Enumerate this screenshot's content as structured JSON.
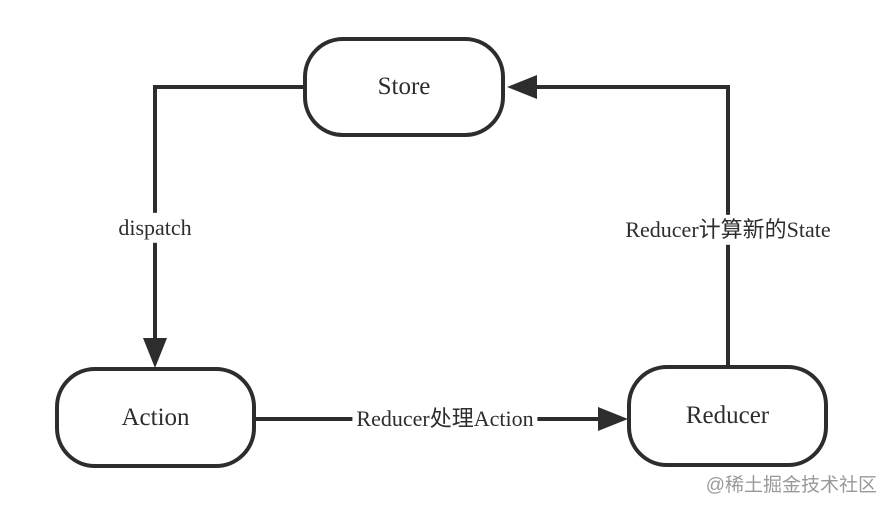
{
  "diagram": {
    "title": "redux-flow-diagram",
    "nodes": {
      "store": {
        "label": "Store"
      },
      "action": {
        "label": "Action"
      },
      "reducer": {
        "label": "Reducer"
      }
    },
    "edges": {
      "dispatch": {
        "label": "dispatch",
        "from": "Store",
        "to": "Action"
      },
      "reducer_handles": {
        "label": "Reducer处理Action",
        "from": "Action",
        "to": "Reducer"
      },
      "reducer_computes": {
        "label": "Reducer计算新的State",
        "from": "Reducer",
        "to": "Store"
      }
    },
    "colors": {
      "stroke": "#2d2d2d",
      "text": "#2d2d2d",
      "watermark": "#9a9a9a",
      "background": "#ffffff"
    }
  },
  "watermark": {
    "text": "@稀土掘金技术社区"
  }
}
